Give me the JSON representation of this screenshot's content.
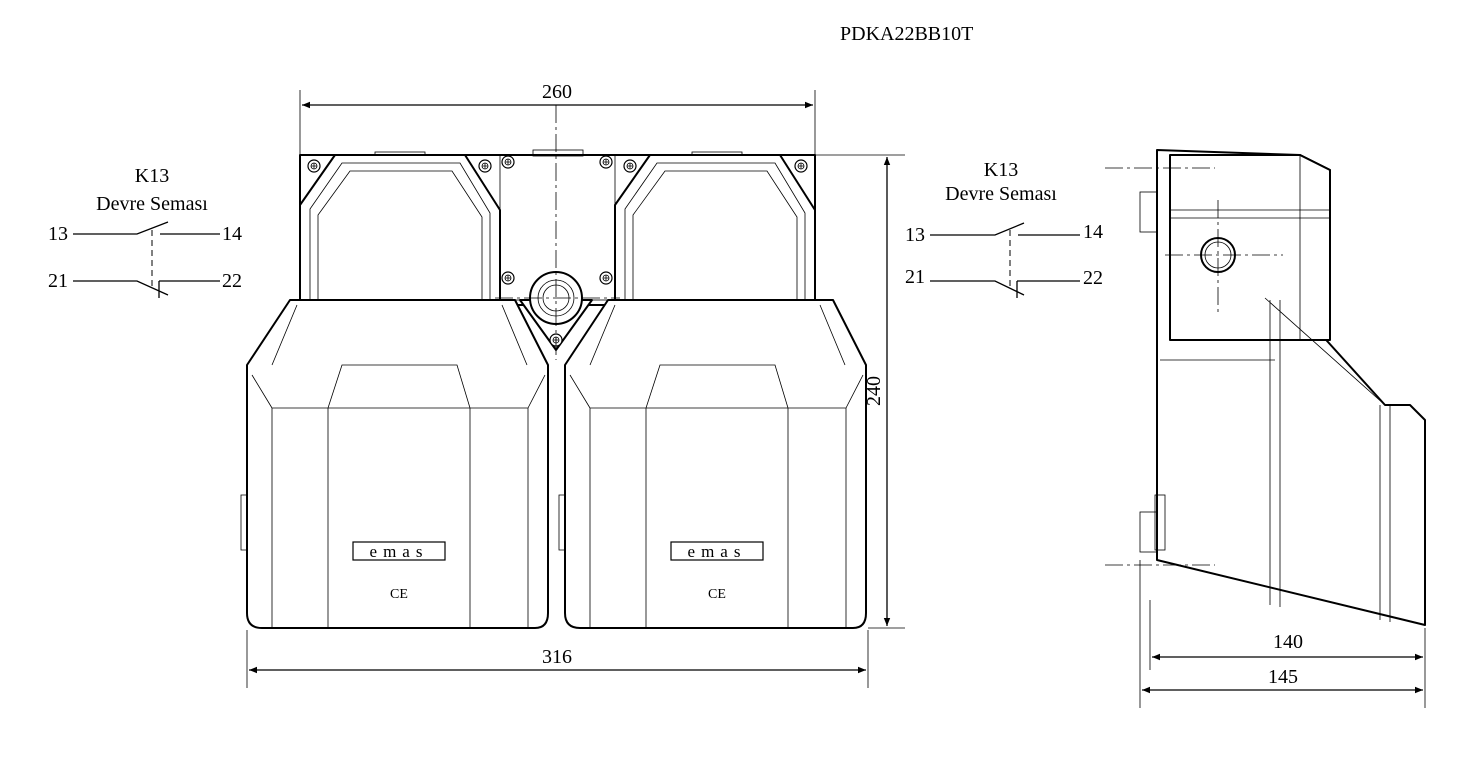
{
  "title": "PDKA22BB10T",
  "schema": {
    "heading": "K13",
    "subheading": "Devre Seması",
    "terminals": [
      "13",
      "14",
      "21",
      "22"
    ]
  },
  "dimensions": {
    "width_top": "260",
    "width_total": "316",
    "height": "240",
    "depth_inner": "140",
    "depth_total": "145"
  },
  "brand": "emas",
  "mark": "CE"
}
